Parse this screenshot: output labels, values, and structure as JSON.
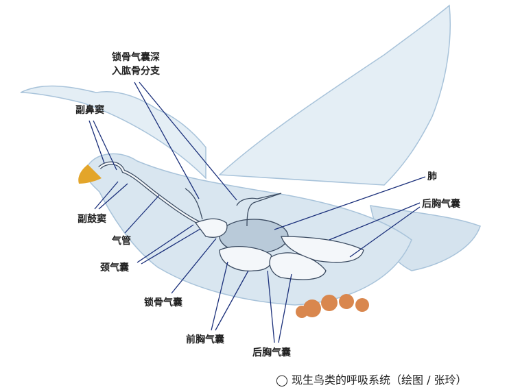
{
  "labels": {
    "clavicular_deep_1": "锁骨气囊深",
    "clavicular_deep_2": "入肱骨分支",
    "paranasal_sinus": "副鼻窦",
    "lung": "肺",
    "posterior_thoracic_right": "后胸气囊",
    "tympanic_sinus": "副鼓窦",
    "trachea": "气管",
    "cervical_sac": "颈气囊",
    "clavicular_sac": "锁骨气囊",
    "anterior_thoracic": "前胸气囊",
    "posterior_thoracic_bottom": "后胸气囊"
  },
  "caption": "◯ 现生鸟类的呼吸系统（绘图 / 张玲）",
  "colors": {
    "leader": "#1a2f7a",
    "body": "#dde9f2",
    "outline": "#a8c3da",
    "beak": "#e3a52a",
    "feet": "#d9874e"
  }
}
